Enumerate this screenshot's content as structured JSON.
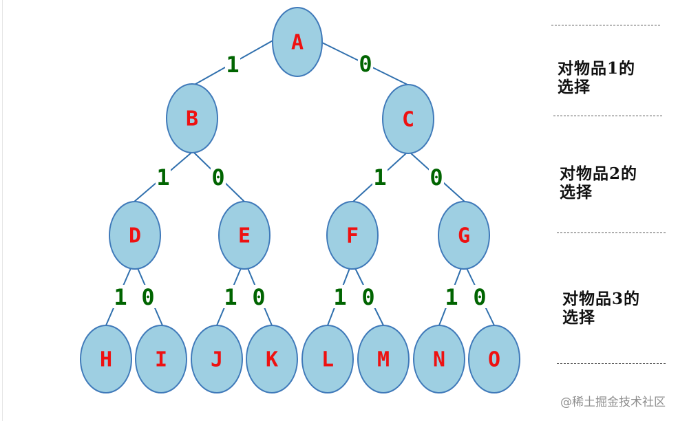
{
  "tree": {
    "nodes": [
      "A",
      "B",
      "C",
      "D",
      "E",
      "F",
      "G",
      "H",
      "I",
      "J",
      "K",
      "L",
      "M",
      "N",
      "O"
    ],
    "edges": [
      {
        "from": "A",
        "to": "B",
        "label": "1"
      },
      {
        "from": "A",
        "to": "C",
        "label": "0"
      },
      {
        "from": "B",
        "to": "D",
        "label": "1"
      },
      {
        "from": "B",
        "to": "E",
        "label": "0"
      },
      {
        "from": "C",
        "to": "F",
        "label": "1"
      },
      {
        "from": "C",
        "to": "G",
        "label": "0"
      },
      {
        "from": "D",
        "to": "H",
        "label": "1"
      },
      {
        "from": "D",
        "to": "I",
        "label": "0"
      },
      {
        "from": "E",
        "to": "J",
        "label": "1"
      },
      {
        "from": "E",
        "to": "K",
        "label": "0"
      },
      {
        "from": "F",
        "to": "L",
        "label": "1"
      },
      {
        "from": "F",
        "to": "M",
        "label": "0"
      },
      {
        "from": "G",
        "to": "N",
        "label": "1"
      },
      {
        "from": "G",
        "to": "O",
        "label": "0"
      }
    ]
  },
  "levels": [
    {
      "line1": "对物品1的",
      "line2": "选择"
    },
    {
      "line1": "对物品2的",
      "line2": "选择"
    },
    {
      "line1": "对物品3的",
      "line2": "选择"
    }
  ],
  "watermark": "@稀土掘金技术社区",
  "colors": {
    "node_fill": "#9ecfe2",
    "node_stroke": "#3f79b9",
    "edge": "#2f6fad",
    "node_text": "#ee1111",
    "edge_text": "#006400"
  }
}
